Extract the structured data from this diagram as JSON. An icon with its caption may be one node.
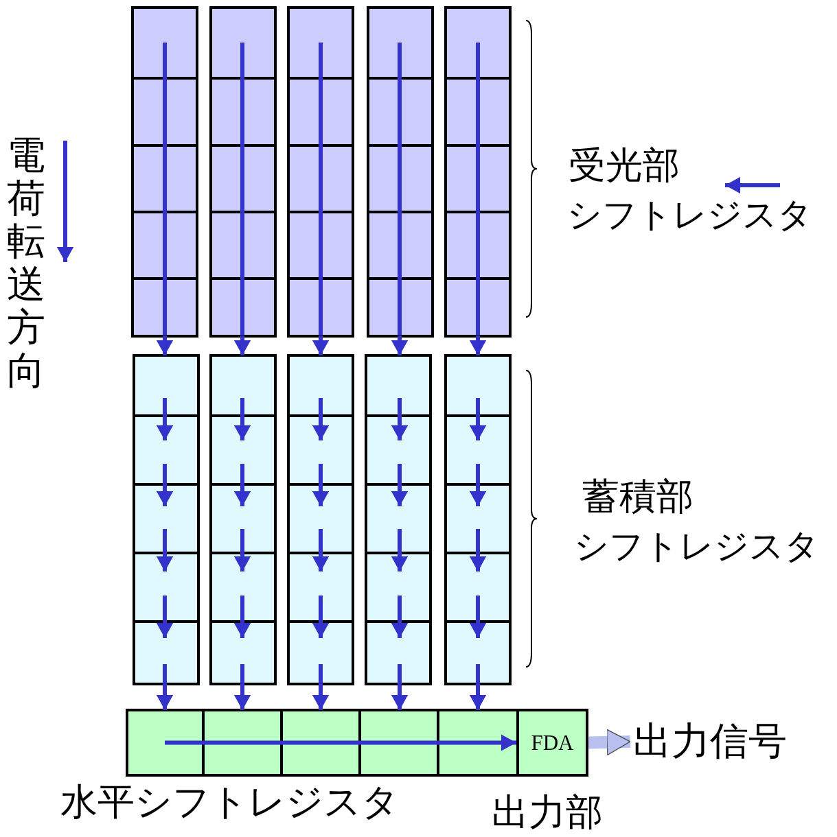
{
  "diagram": {
    "nodes": [
      {
        "text": [],
        "shape": "box"
      },
      {
        "text": [],
        "shape": "box"
      },
      {
        "text": [],
        "shape": "box"
      },
      {
        "text": [],
        "shape": "box"
      },
      {
        "text": [],
        "shape": "box"
      },
      {
        "text": [],
        "shape": "box"
      },
      {
        "text": [],
        "shape": "box"
      },
      {
        "text": [],
        "shape": "box"
      },
      {
        "text": [],
        "shape": "box"
      },
      {
        "text": [],
        "shape": "box"
      },
      {
        "text": [],
        "shape": "box"
      },
      {
        "text": [
          "FDA"
        ]
      },
      {
        "text": [
          "出力信号"
        ]
      }
    ],
    "edges": [
      {
        "from": 0,
        "to": 5,
        "arrow": "to"
      },
      {
        "from": 1,
        "to": 6,
        "arrow": "to"
      },
      {
        "from": 2,
        "to": 7,
        "arrow": "to"
      },
      {
        "from": 3,
        "to": 8,
        "arrow": "to"
      },
      {
        "from": 4,
        "to": 9,
        "arrow": "to"
      },
      {
        "from": 5,
        "to": 10,
        "arrow": "to"
      },
      {
        "from": 6,
        "to": 10,
        "arrow": "to"
      },
      {
        "from": 7,
        "to": 10,
        "arrow": "to"
      },
      {
        "from": 8,
        "to": 10,
        "arrow": "to"
      },
      {
        "from": 9,
        "to": 10,
        "arrow": "to"
      },
      {
        "from": 10,
        "to": 11,
        "arrow": "to"
      },
      {
        "from": 11,
        "to": 12,
        "arrow": "to",
        "style": "thick",
        "color": "#b8c0f0"
      }
    ],
    "labels": [
      "電荷転送方向",
      "受光部",
      "シフトレジスタ",
      "蓄積部",
      "シフトレジスタ",
      "水平シフトレジスタ",
      "出力部"
    ]
  }
}
